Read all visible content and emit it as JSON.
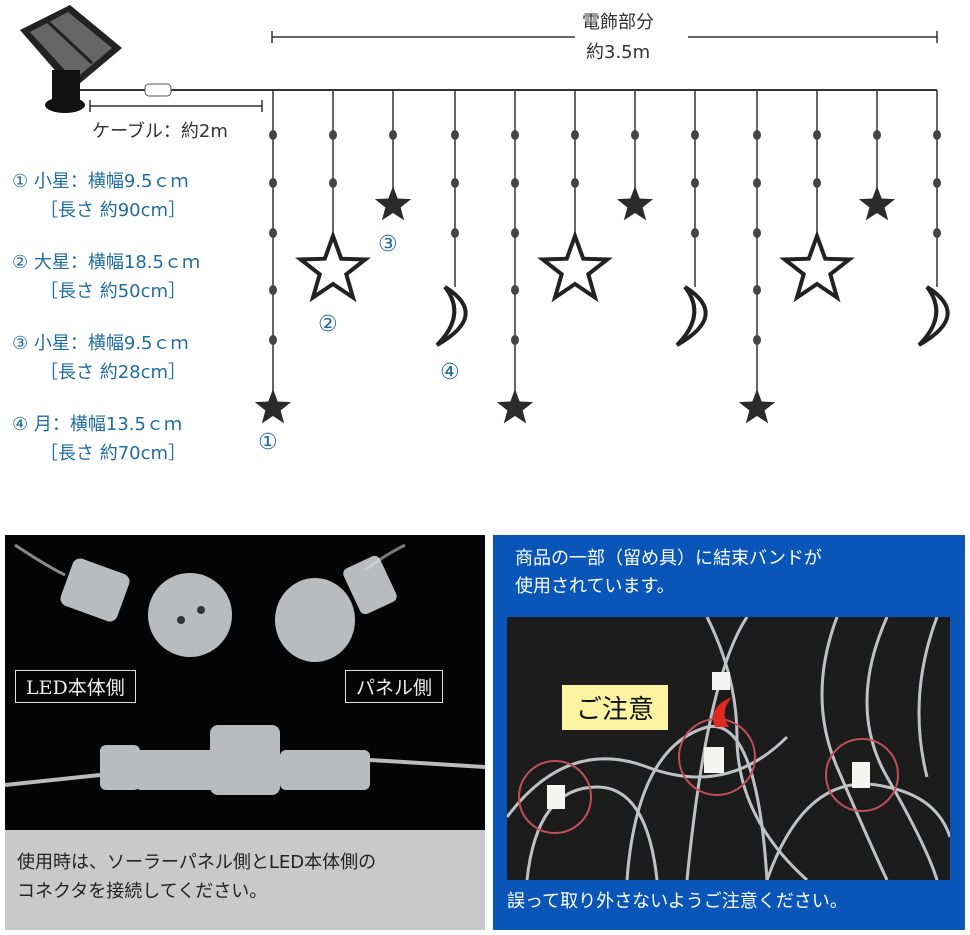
{
  "top": {
    "decor_label": "電飾部分",
    "decor_length": "約3.5m",
    "cable_label": "ケーブル：約2m"
  },
  "specs": [
    {
      "num": "①",
      "line1": "小星：横幅9.5ｃｍ",
      "line2": "［長さ 約90cm］"
    },
    {
      "num": "②",
      "line1": "大星：横幅18.5ｃｍ",
      "line2": "［長さ 約50cm］"
    },
    {
      "num": "③",
      "line1": "小星：横幅9.5ｃｍ",
      "line2": "［長さ 約28cm］"
    },
    {
      "num": "④",
      "line1": "月：横幅13.5ｃｍ",
      "line2": "［長さ 約70cm］"
    }
  ],
  "strand_types": [
    1,
    2,
    3,
    4,
    1,
    2,
    3,
    4,
    1,
    2,
    3,
    4
  ],
  "colors": {
    "line": "#333333",
    "label": "#1f6ea0",
    "blue_panel": "#0a56b8",
    "note_bg": "#fbf3a0",
    "circle": "#c0505a",
    "arrow": "#e02a20"
  },
  "connector_panel": {
    "led_side": "LED本体側",
    "panel_side": "パネル側",
    "caption_line1": "使用時は、ソーラーパネル側とLED本体側の",
    "caption_line2": "コネクタを接続してください。"
  },
  "notice_panel": {
    "header_line1": "商品の一部（留め具）に結束バンドが",
    "header_line2": "使用されています。",
    "caution": "ご注意",
    "footer": "誤って取り外さないようご注意ください。"
  }
}
